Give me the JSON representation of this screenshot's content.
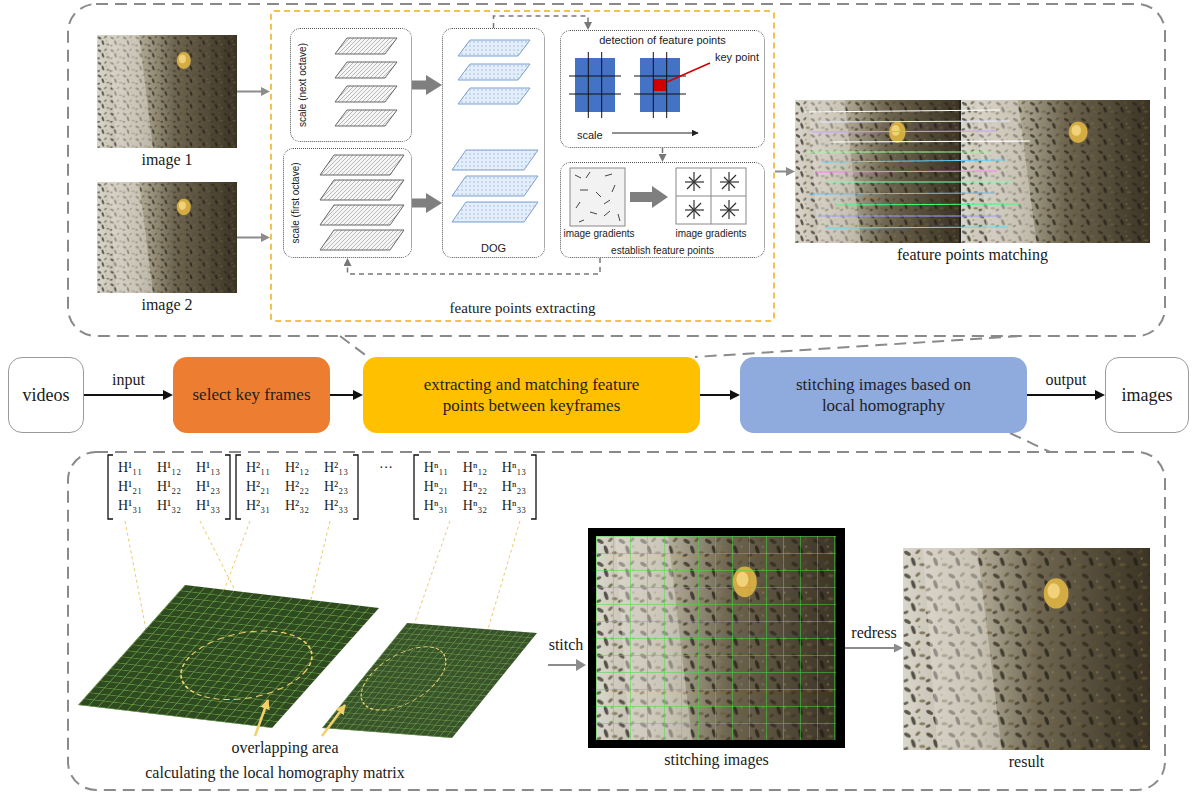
{
  "diagram": {
    "nodes": [
      {
        "text": [
          "image 1"
        ]
      },
      {
        "text": [
          "image 2"
        ]
      },
      {
        "text": [
          "feature points extracting"
        ]
      },
      {
        "text": [
          "scale (next octave)"
        ],
        "in": 2
      },
      {
        "text": [
          "scale (first octave)"
        ],
        "in": 2
      },
      {
        "text": [
          "DOG"
        ],
        "in": 2
      },
      {
        "text": [
          "detection of feature points",
          "key point",
          "scale"
        ],
        "in": 2
      },
      {
        "text": [
          "image gradients",
          "image gradients",
          "establish feature points"
        ],
        "in": 2
      },
      {
        "text": [
          "feature points matching"
        ]
      },
      {
        "text": [
          "videos"
        ]
      },
      {
        "text": [
          "select key frames"
        ]
      },
      {
        "text": [
          "extracting and matching feature points between keyframes"
        ]
      },
      {
        "text": [
          "stitching images based on local homography"
        ]
      },
      {
        "text": [
          "images"
        ]
      },
      {
        "text": [
          "stitching images"
        ]
      },
      {
        "text": [
          "result"
        ]
      }
    ],
    "edges": [
      {
        "from": 0,
        "to": 2,
        "arrow": "to"
      },
      {
        "from": 1,
        "to": 2,
        "arrow": "to"
      },
      {
        "from": 3,
        "to": 5,
        "arrow": "to"
      },
      {
        "from": 4,
        "to": 5,
        "arrow": "to"
      },
      {
        "from": 5,
        "to": 6,
        "arrow": "to"
      },
      {
        "from": 6,
        "to": 7,
        "arrow": "to"
      },
      {
        "from": 7,
        "to": 4,
        "arrow": "to"
      },
      {
        "from": 2,
        "to": 8,
        "arrow": "to"
      },
      {
        "from": 9,
        "to": 10,
        "label": "input",
        "arrow": "to"
      },
      {
        "from": 10,
        "to": 11,
        "arrow": "to"
      },
      {
        "from": 11,
        "to": 12,
        "arrow": "to"
      },
      {
        "from": 12,
        "to": 13,
        "label": "output",
        "arrow": "to"
      },
      {
        "from": 14,
        "to": 15,
        "label": "redress",
        "arrow": "to"
      }
    ],
    "labels": [
      "H¹₁₁",
      "H¹₁₂",
      "H¹₁₃",
      "H¹₂₁",
      "H¹₂₂",
      "H¹₂₃",
      "H¹₃₁",
      "H¹₃₂",
      "H¹₃₃",
      "H²₁₁",
      "H²₁₂",
      "H²₁₃",
      "H²₂₁",
      "H²₂₂",
      "H²₂₃",
      "H²₃₁",
      "H²₃₂",
      "H²₃₃",
      "···",
      "Hⁿ₁₁",
      "Hⁿ₁₂",
      "Hⁿ₁₃",
      "Hⁿ₂₁",
      "Hⁿ₂₂",
      "Hⁿ₂₃",
      "Hⁿ₃₁",
      "Hⁿ₃₂",
      "Hⁿ₃₃",
      "overlapping area",
      "calculating the local homography matrix",
      "stitch"
    ]
  }
}
